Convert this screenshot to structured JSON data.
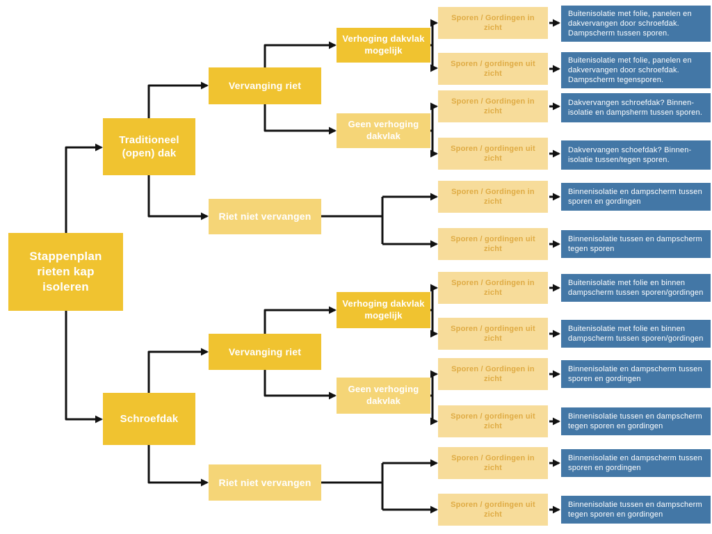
{
  "title": "Stappenplan rieten kap isoleren",
  "colors": {
    "gold": "#F0C330",
    "gold_light": "#F5D577",
    "cream": "#F7DC9A",
    "cream_text": "#DFAB44",
    "blue": "#4377A6",
    "line": "#111111"
  },
  "tree": {
    "root": "Stappenplan rieten kap isoleren",
    "top": {
      "label": "Traditioneel (open) dak",
      "vervanging": {
        "label": "Vervanging riet",
        "verhoging": {
          "label": "Verhoging dakvlak mogelijk",
          "leaves": [
            {
              "cond": "Sporen / Gordingen in zicht",
              "result": "Buitenisolatie met folie, panelen en dakvervangen door schroefdak. Dampscherm tussen sporen."
            },
            {
              "cond": "Sporen / gordingen uit zicht",
              "result": "Buitenisolatie met folie, panelen en dakvervangen door schroefdak. Dampscherm tegensporen."
            }
          ]
        },
        "geen_verhoging": {
          "label": "Geen verhoging dakvlak",
          "leaves": [
            {
              "cond": "Sporen / Gordingen in zicht",
              "result": "Dakvervangen schroefdak? Binnen-isolatie en dampsherm tussen sporen."
            },
            {
              "cond": "Sporen / gordingen uit zicht",
              "result": "Dakvervangen schoefdak? Binnen-isolatie tussen/tegen sporen."
            }
          ]
        }
      },
      "riet_niet": {
        "label": "Riet niet vervangen",
        "leaves": [
          {
            "cond": "Sporen / Gordingen in zicht",
            "result": "Binnenisolatie en dampscherm tussen sporen en gordingen"
          },
          {
            "cond": "Sporen / gordingen uit zicht",
            "result": "Binnenisolatie tussen en dampscherm tegen sporen"
          }
        ]
      }
    },
    "bottom": {
      "label": "Schroefdak",
      "vervanging": {
        "label": "Vervanging riet",
        "verhoging": {
          "label": "Verhoging dakvlak mogelijk",
          "leaves": [
            {
              "cond": "Sporen / Gordingen in zicht",
              "result": "Buitenisolatie met folie en binnen dampscherm tussen sporen/gordingen"
            },
            {
              "cond": "Sporen / gordingen uit zicht",
              "result": "Buitenisolatie met folie en binnen dampscherm tussen sporen/gordingen"
            }
          ]
        },
        "geen_verhoging": {
          "label": "Geen verhoging dakvlak",
          "leaves": [
            {
              "cond": "Sporen / Gordingen in zicht",
              "result": "Binnenisolatie en dampscherm tussen sporen en gordingen"
            },
            {
              "cond": "Sporen / gordingen uit zicht",
              "result": "Binnenisolatie tussen en dampscherm tegen sporen en gordingen"
            }
          ]
        }
      },
      "riet_niet": {
        "label": "Riet niet vervangen",
        "leaves": [
          {
            "cond": "Sporen / Gordingen in zicht",
            "result": "Binnenisolatie en dampscherm tussen sporen en gordingen"
          },
          {
            "cond": "Sporen / gordingen uit zicht",
            "result": "Binnenisolatie tussen en dampscherm tegen sporen en gordingen"
          }
        ]
      }
    }
  }
}
